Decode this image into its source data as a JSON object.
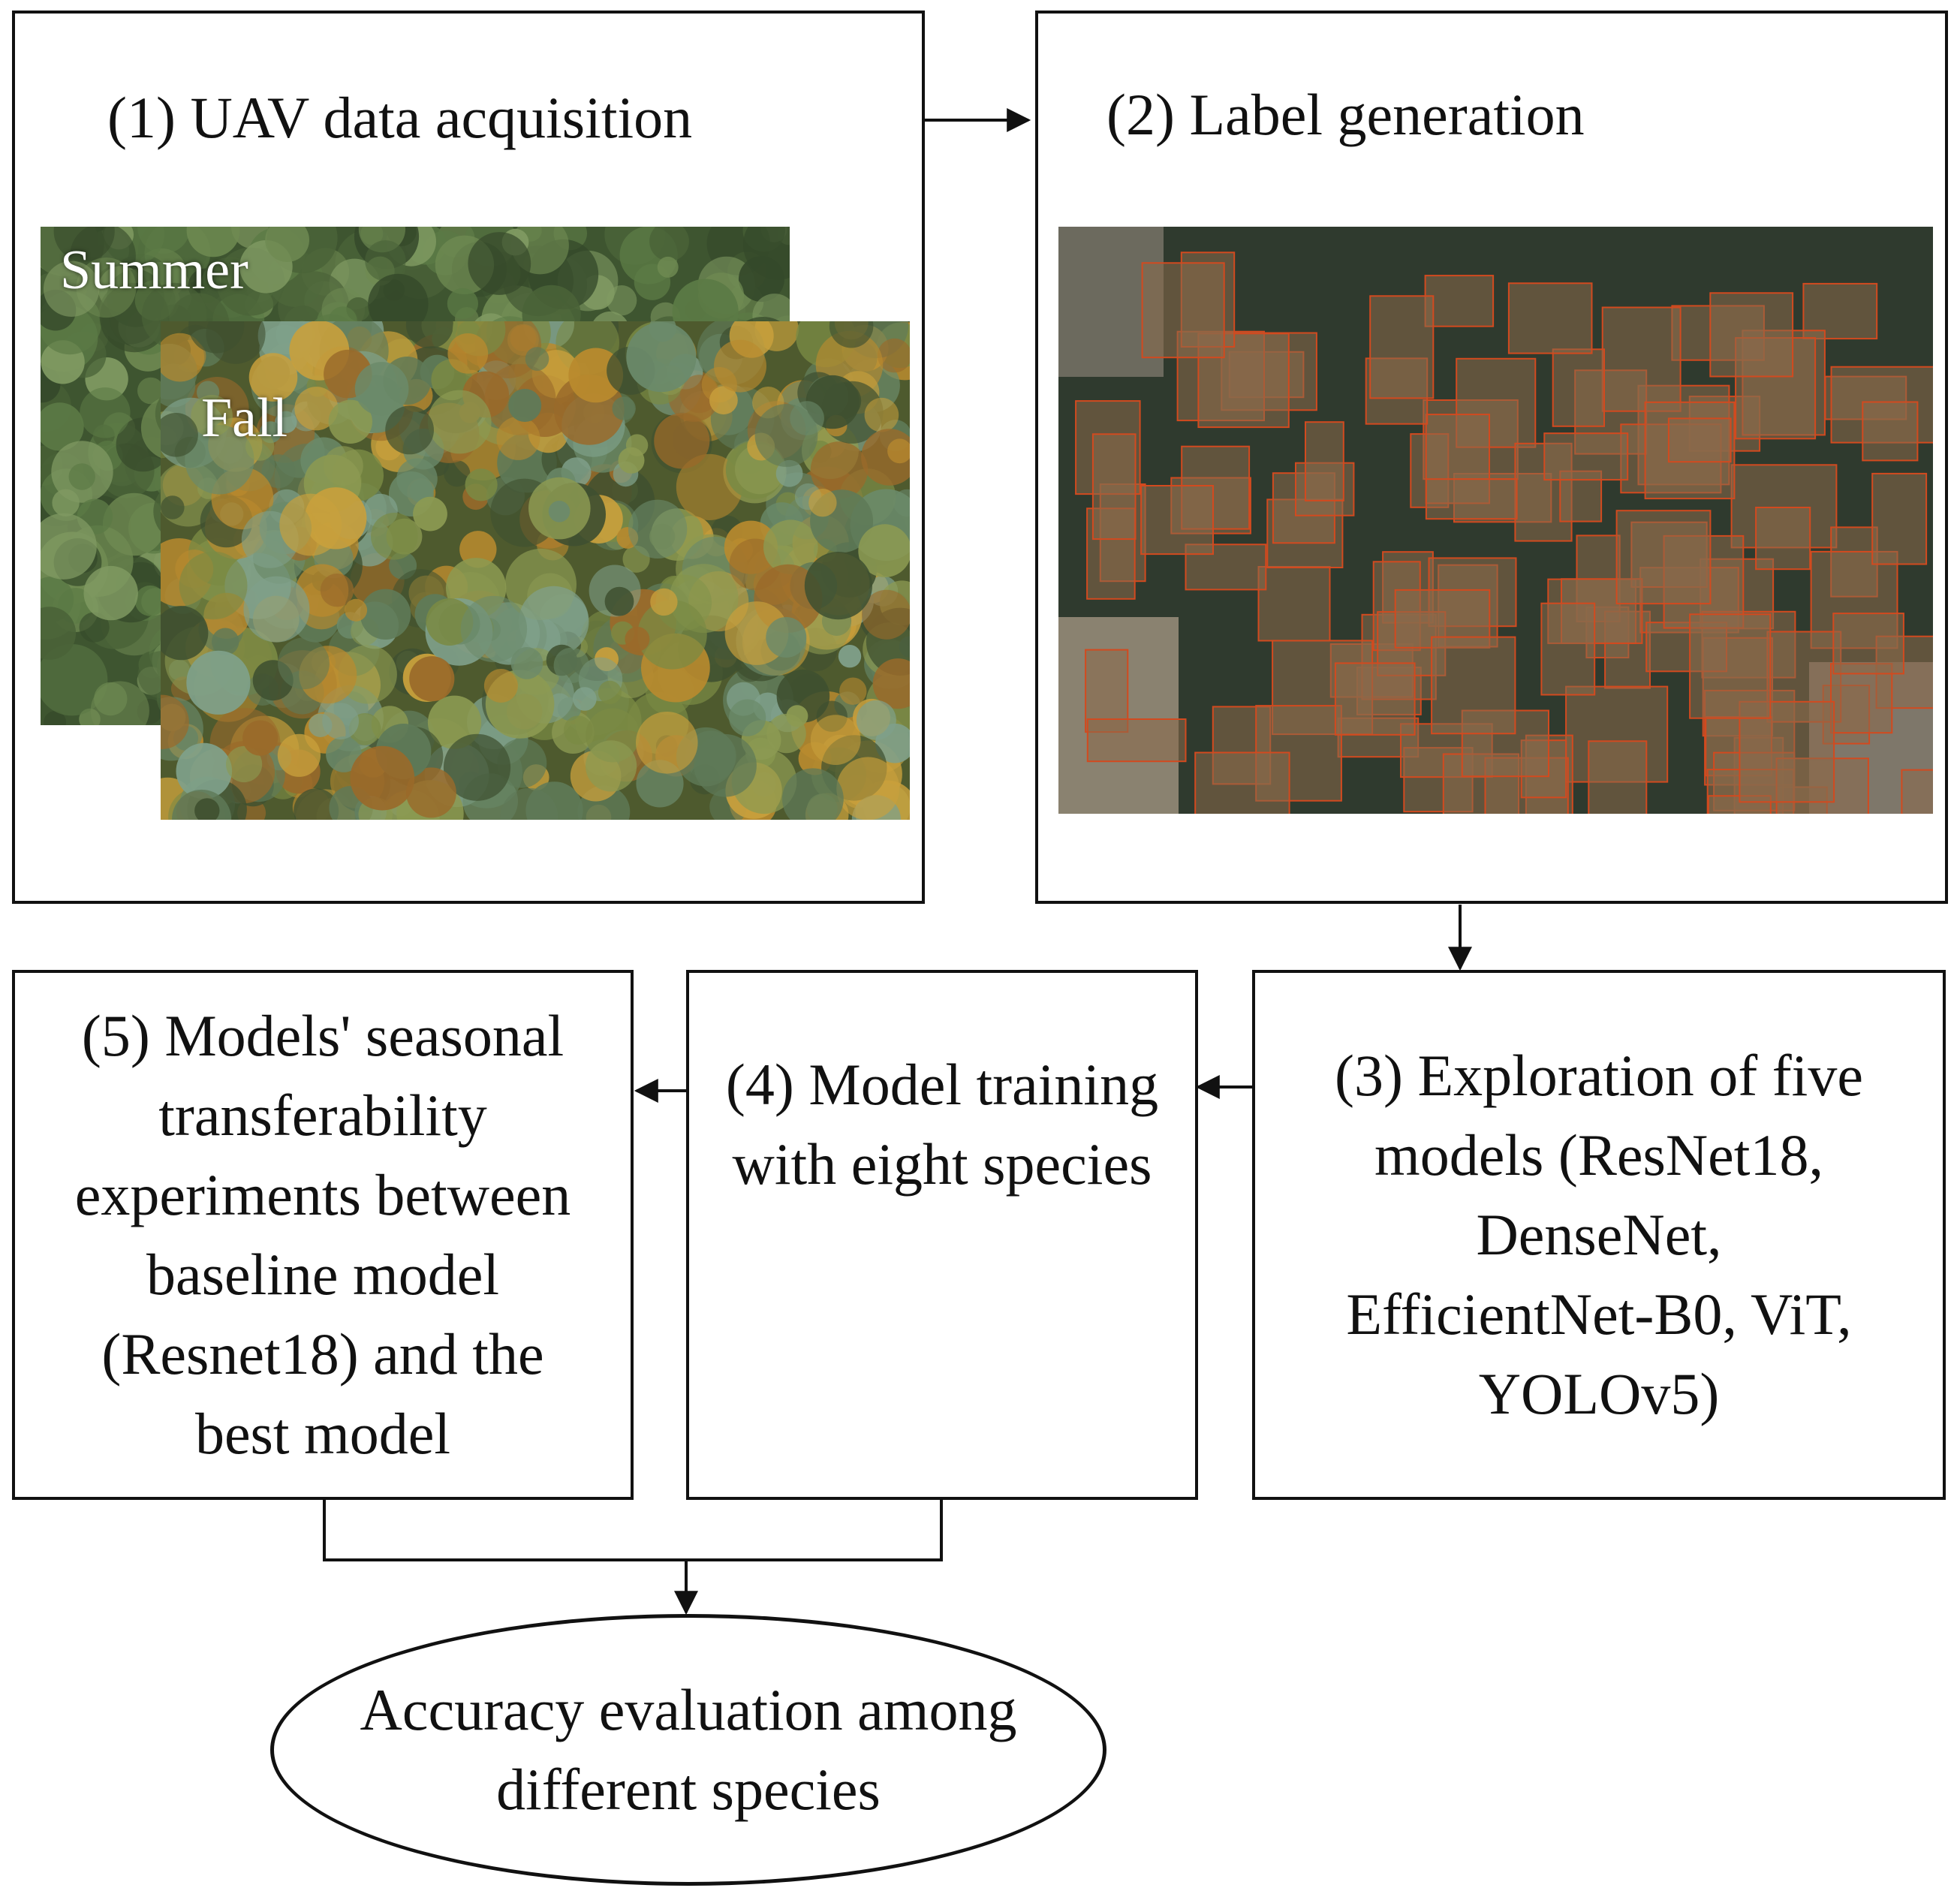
{
  "steps": {
    "s1": {
      "title": "(1) UAV data acquisition",
      "summer_label": "Summer",
      "fall_label": "Fall"
    },
    "s2": {
      "title": "(2) Label generation"
    },
    "s3": {
      "lines": [
        "(3) Exploration of five",
        "models (ResNet18,",
        "DenseNet,",
        "EfficientNet-B0, ViT,",
        "YOLOv5)"
      ]
    },
    "s4": {
      "lines": [
        "(4) Model training",
        "with eight species"
      ]
    },
    "s5": {
      "lines": [
        "(5) Models' seasonal",
        "transferability",
        "experiments between",
        "baseline model",
        "(Resnet18) and the",
        "best model"
      ]
    },
    "result": {
      "lines": [
        "Accuracy evaluation among",
        "different species"
      ]
    }
  },
  "colors": {
    "line": "#111111",
    "label_box": "#d24a1f",
    "summer_canopy": "#4f6a3a",
    "fall_canopy": "#6f7a3e",
    "fall_accent": "#c98a2a",
    "label_bg": "#8a6a4a"
  }
}
